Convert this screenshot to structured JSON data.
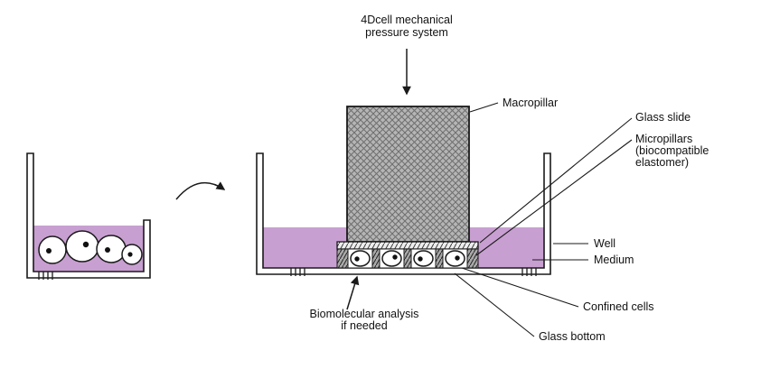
{
  "figure": {
    "title_line1": "4Dcell mechanical",
    "title_line2": "pressure system"
  },
  "labels": {
    "macropillar": "Macropillar",
    "glass_slide": "Glass slide",
    "micropillars_line1": "Micropillars",
    "micropillars_line2": "(biocompatible",
    "micropillars_line3": "elastomer)",
    "well": "Well",
    "medium": "Medium",
    "confined_cells": "Confined cells",
    "glass_bottom": "Glass bottom",
    "analysis_line1": "Biomolecular analysis",
    "analysis_line2": "if needed"
  },
  "colors": {
    "medium": "#c89fd1",
    "pillar_fill": "#b5b5b5",
    "outline": "#1a1a1a"
  }
}
